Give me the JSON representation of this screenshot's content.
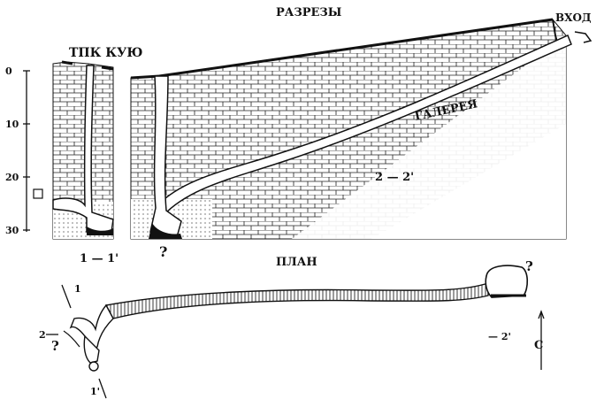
{
  "sections": {
    "title": "РАЗРЕЗЫ",
    "entrance_label": "ВХОД",
    "shaft_label": "ТПК КУЮ",
    "gallery_label": "ГАЛЕРЕЯ",
    "section_2_label": "2 — 2'",
    "section_1_label": "1 — 1'",
    "unknown_mark": "?",
    "depth_ticks": [
      "0",
      "10",
      "20",
      "30"
    ]
  },
  "plan": {
    "title": "ПЛАН",
    "unknown_mark_end": "?",
    "unknown_mark_left": "?",
    "cut_1": "1",
    "cut_1_prime": "1'",
    "cut_2": "2",
    "cut_2_prime": "— 2'",
    "north_mark": "С"
  },
  "colors": {
    "ink": "#111111",
    "paper": "#ffffff"
  }
}
